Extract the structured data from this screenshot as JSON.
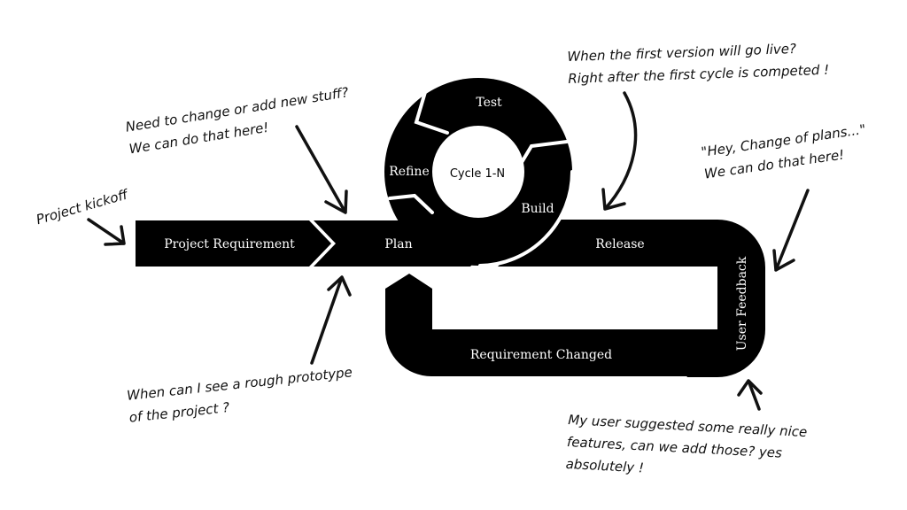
{
  "colors": {
    "shape": "#000000",
    "background": "#ffffff",
    "label_on_shape": "#ffffff",
    "label_on_white": "#000000"
  },
  "flow": {
    "project_requirement": "Project Requirement",
    "plan": "Plan",
    "release": "Release",
    "user_feedback": "User Feedback",
    "requirement_changed": "Requirement Changed"
  },
  "cycle": {
    "center": "Cycle 1-N",
    "test": "Test",
    "refine": "Refine",
    "build": "Build"
  },
  "notes": {
    "kickoff": {
      "lines": [
        "Project kickoff"
      ]
    },
    "change": {
      "lines": [
        "Need to change or add new stuff?",
        "We can do that here!"
      ]
    },
    "first_version": {
      "lines": [
        "When the first version will go live?",
        "Right after the first cycle is competed !"
      ]
    },
    "change_of_plans": {
      "lines": [
        "\"Hey, Change of plans...\"",
        "We can do that here!"
      ]
    },
    "prototype": {
      "lines": [
        "When can I see a rough prototype",
        "of the project ?"
      ]
    },
    "user_suggestion": {
      "lines": [
        "My user suggested some really nice",
        "features, can we add those? yes",
        "absolutely !"
      ]
    }
  }
}
